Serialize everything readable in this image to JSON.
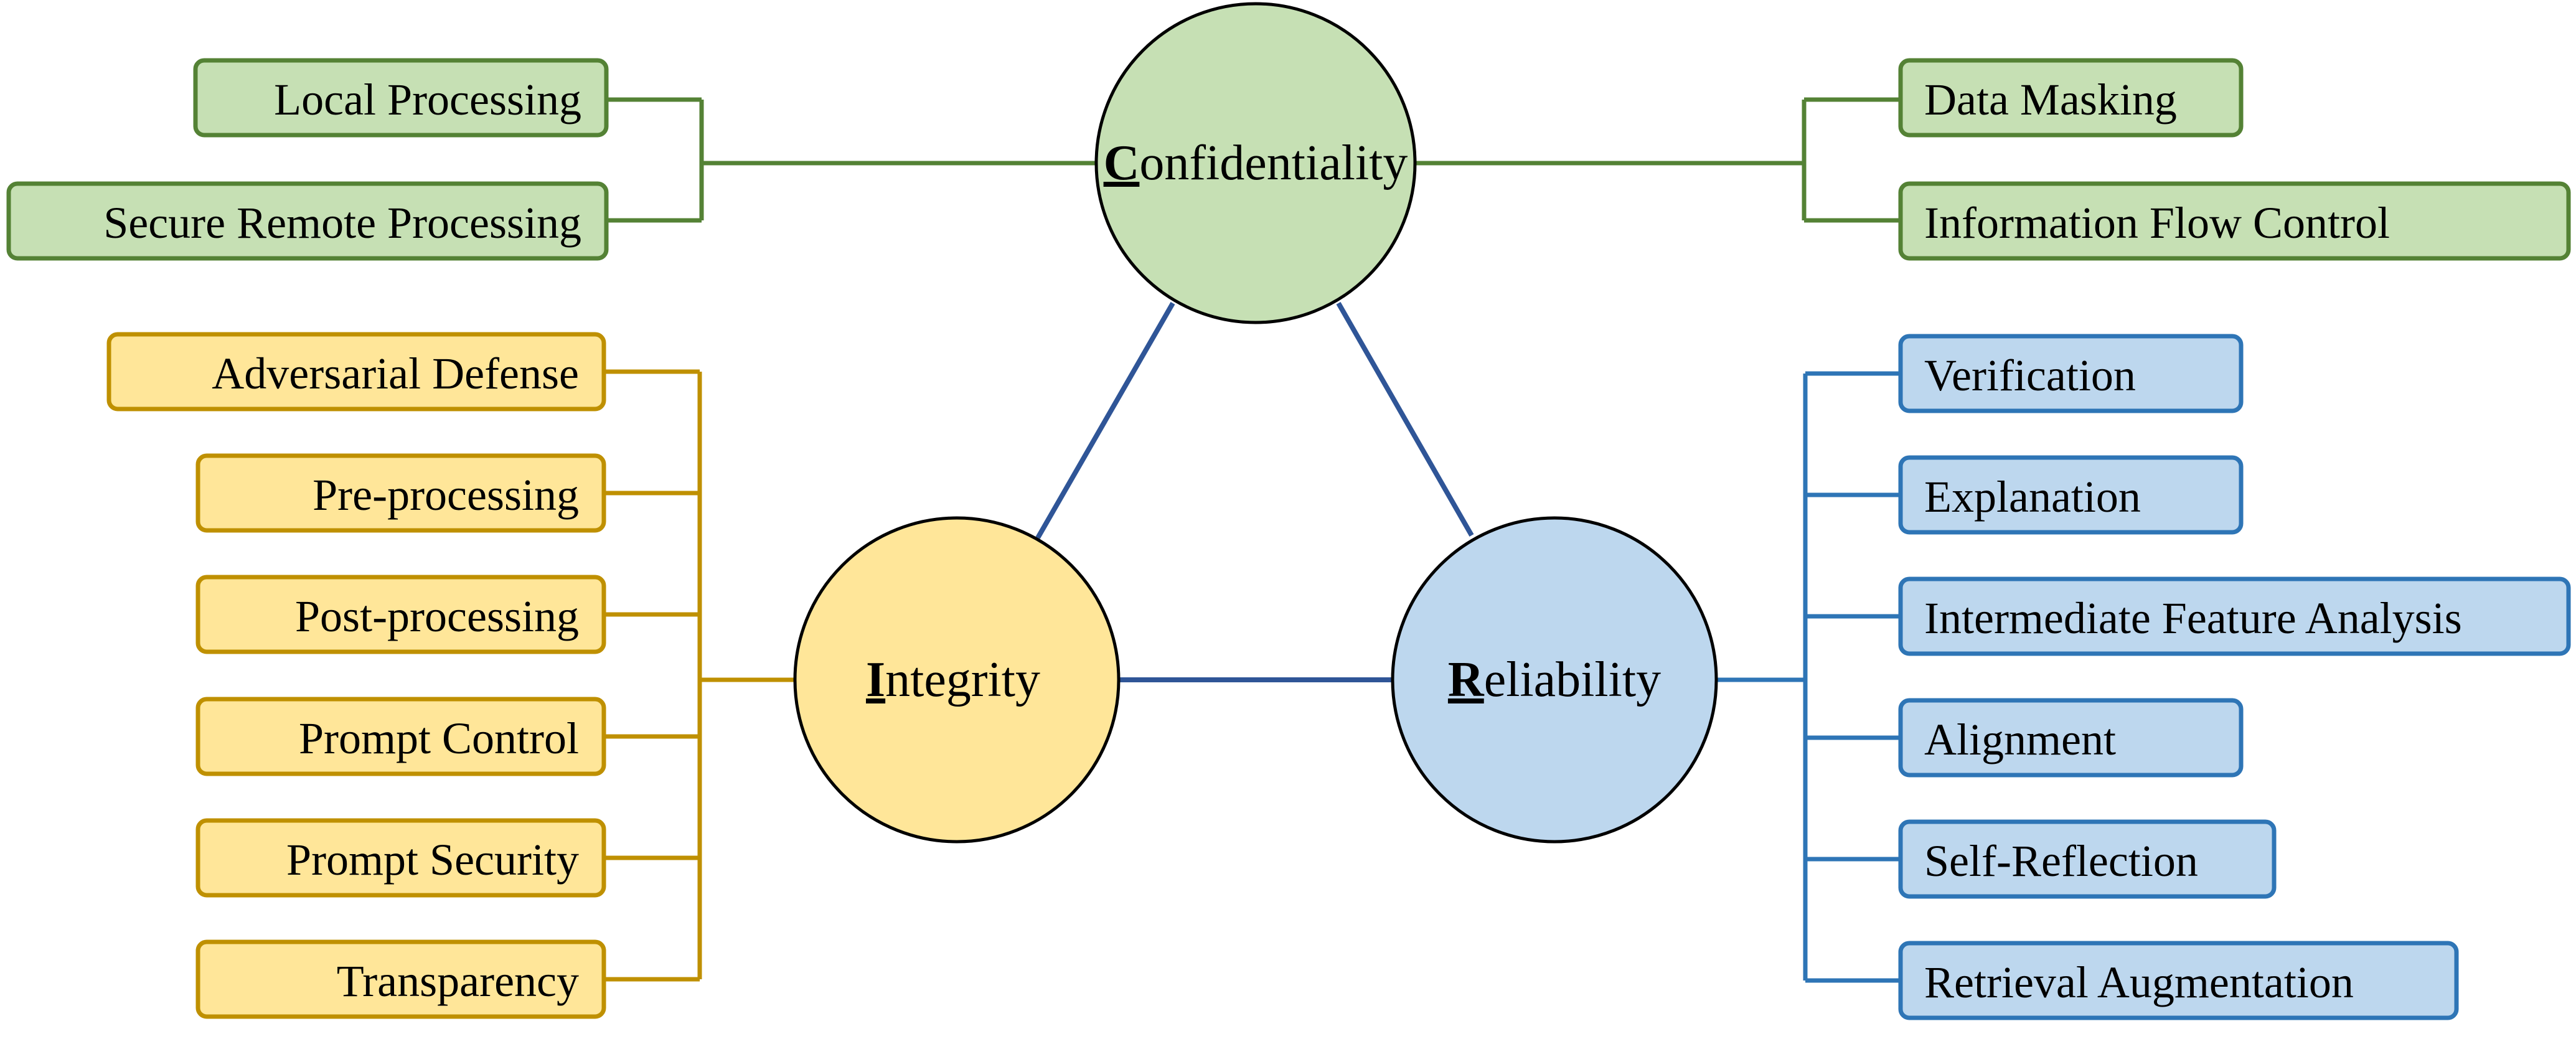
{
  "colors": {
    "confidentiality_fill": "#c6e0b4",
    "confidentiality_stroke": "#548235",
    "integrity_fill": "#ffe699",
    "integrity_stroke": "#bf9000",
    "reliability_fill": "#bdd7ee",
    "reliability_stroke": "#2e75b6",
    "triangle_edge": "#2f5597",
    "circle_outline": "#000000"
  },
  "pillars": {
    "confidentiality": {
      "initial": "C",
      "rest": "onfidentiality",
      "left_methods": [
        {
          "label": "Local Processing"
        },
        {
          "label": "Secure Remote Processing"
        }
      ],
      "right_methods": [
        {
          "label": "Data Masking"
        },
        {
          "label": "Information Flow Control"
        }
      ]
    },
    "integrity": {
      "initial": "I",
      "rest": "ntegrity",
      "methods": [
        {
          "label": "Adversarial Defense"
        },
        {
          "label": "Pre-processing"
        },
        {
          "label": "Post-processing"
        },
        {
          "label": "Prompt Control"
        },
        {
          "label": "Prompt Security"
        },
        {
          "label": "Transparency"
        }
      ]
    },
    "reliability": {
      "initial": "R",
      "rest": "eliability",
      "methods": [
        {
          "label": "Verification"
        },
        {
          "label": "Explanation"
        },
        {
          "label": "Intermediate Feature Analysis"
        },
        {
          "label": "Alignment"
        },
        {
          "label": "Self-Reflection"
        },
        {
          "label": "Retrieval Augmentation"
        }
      ]
    }
  }
}
